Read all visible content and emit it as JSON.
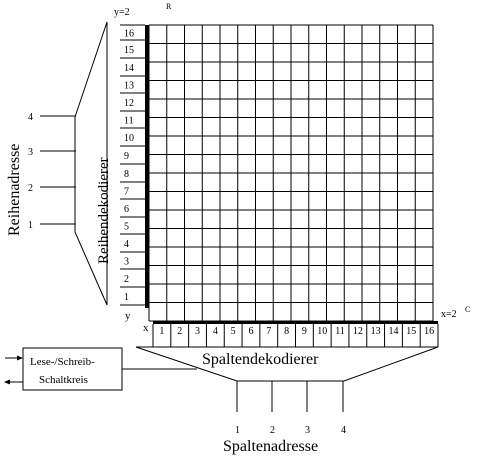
{
  "grid": {
    "rows": 16,
    "cols": 16
  },
  "labels": {
    "y_top": "y=2",
    "y_exp": "R",
    "x_right": "x=2",
    "x_exp": "C",
    "x_axis": "x",
    "y_axis": "y",
    "row_decoder": "Reihendekodierer",
    "row_address": "Reihenadresse",
    "col_decoder": "Spaltendekodierer",
    "col_address": "Spaltenadresse",
    "rw_line1": "Lese-/Schreib-",
    "rw_line2": "Schaltkreis"
  },
  "row_numbers": [
    "1",
    "2",
    "3",
    "4",
    "5",
    "6",
    "7",
    "8",
    "9",
    "10",
    "11",
    "12",
    "13",
    "14",
    "15",
    "16"
  ],
  "col_numbers": [
    "1",
    "2",
    "3",
    "4",
    "5",
    "6",
    "7",
    "8",
    "9",
    "10",
    "11",
    "12",
    "13",
    "14",
    "15",
    "16"
  ],
  "row_address_lines": [
    "1",
    "2",
    "3",
    "4"
  ],
  "col_address_lines": [
    "1",
    "2",
    "3",
    "4"
  ]
}
